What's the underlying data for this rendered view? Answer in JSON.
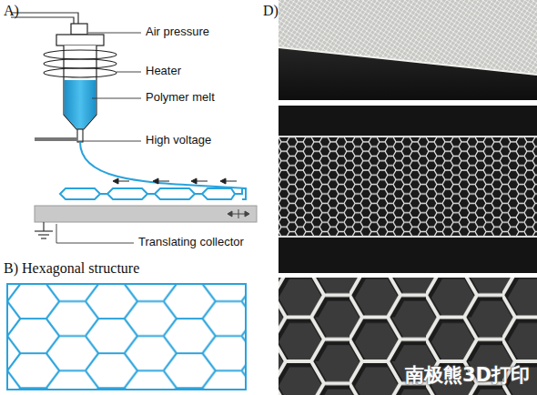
{
  "diagram": {
    "labels": [
      "A)",
      "Air pressure",
      "Heater",
      "Polymer melt",
      "High voltage",
      "Translating collector",
      "B) Hexagonal structure",
      "D)",
      "南极熊3D打印"
    ]
  }
}
